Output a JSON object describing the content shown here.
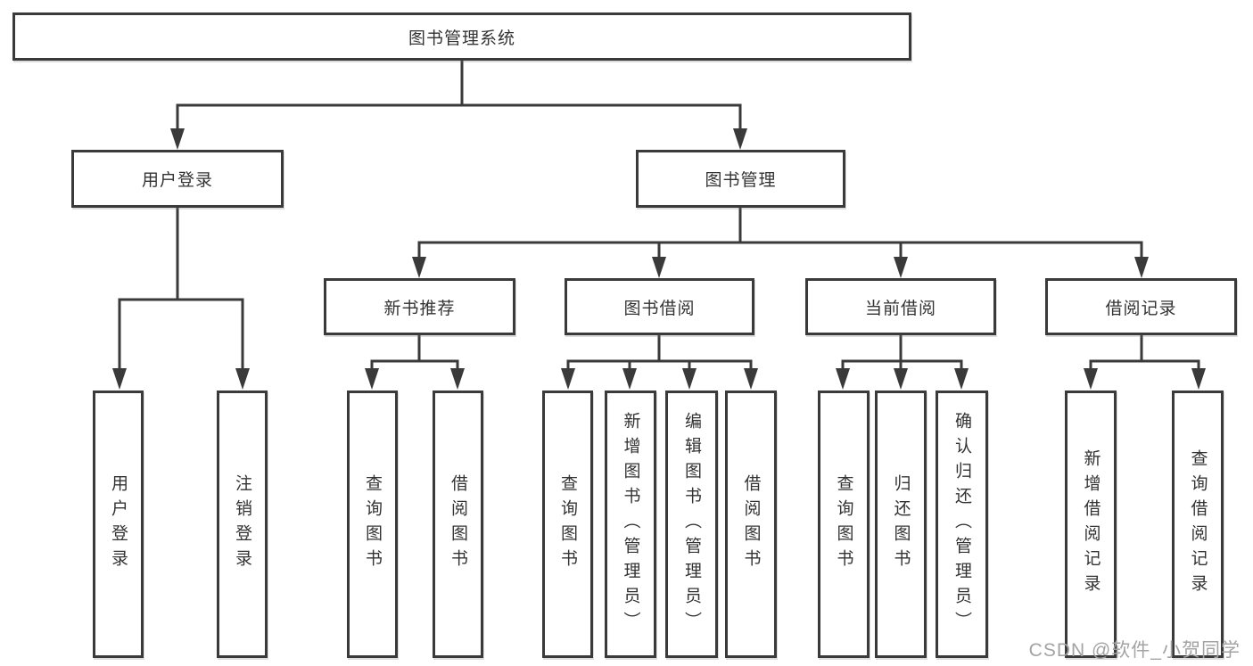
{
  "diagram": {
    "tree": {
      "root": {
        "label": "图书管理系统",
        "children": [
          {
            "label": "用户登录",
            "children": [
              {
                "label": "用户登录"
              },
              {
                "label": "注销登录"
              }
            ]
          },
          {
            "label": "图书管理",
            "children": [
              {
                "label": "新书推荐",
                "children": [
                  {
                    "label": "查询图书"
                  },
                  {
                    "label": "借阅图书"
                  }
                ]
              },
              {
                "label": "图书借阅",
                "children": [
                  {
                    "label": "查询图书"
                  },
                  {
                    "label": "新增图书（管理员）"
                  },
                  {
                    "label": "编辑图书（管理员）"
                  },
                  {
                    "label": "借阅图书"
                  }
                ]
              },
              {
                "label": "当前借阅",
                "children": [
                  {
                    "label": "查询图书"
                  },
                  {
                    "label": "归还图书"
                  },
                  {
                    "label": "确认归还（管理员）"
                  }
                ]
              },
              {
                "label": "借阅记录",
                "children": [
                  {
                    "label": "新增借阅记录"
                  },
                  {
                    "label": "查询借阅记录"
                  }
                ]
              }
            ]
          }
        ]
      }
    },
    "colors": {
      "line": "#3a3a3a",
      "box_border": "#3a3a3a",
      "text": "#333333",
      "background": "#ffffff",
      "watermark": "#a3a3a3"
    }
  },
  "watermark": "CSDN @软件_小贺同学"
}
